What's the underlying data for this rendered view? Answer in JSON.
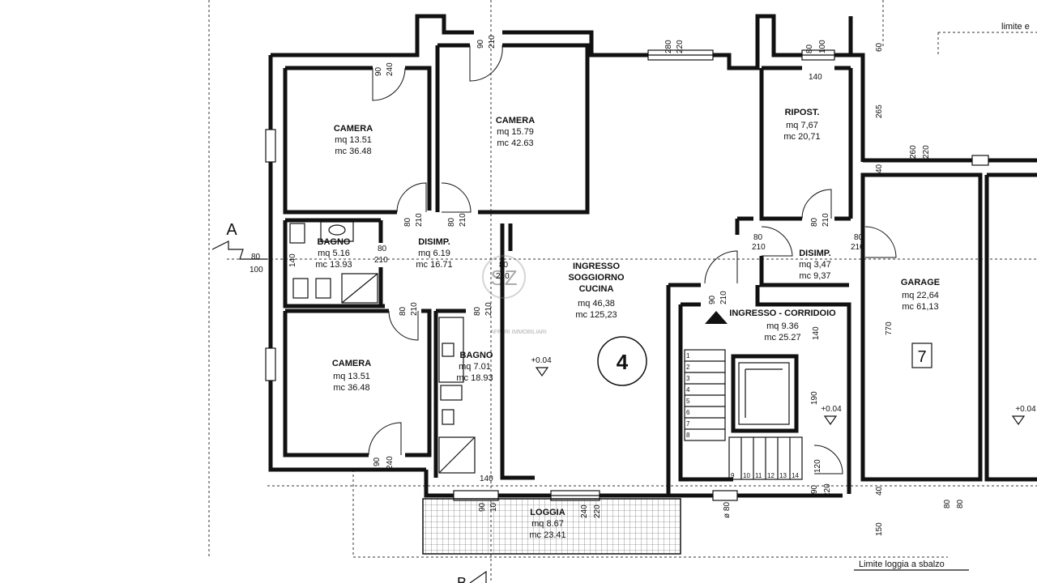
{
  "rooms": {
    "camera_top_left": {
      "name": "CAMERA",
      "mq": "mq 13.51",
      "mc": "mc 36.48"
    },
    "camera_top_mid": {
      "name": "CAMERA",
      "mq": "mq 15.79",
      "mc": "mc 42.63"
    },
    "ripost": {
      "name": "RIPOST.",
      "mq": "mq 7,67",
      "mc": "mc 20,71"
    },
    "bagno_left": {
      "name": "BAGNO",
      "mq": "mq 5.16",
      "mc": "mc 13.93"
    },
    "disimp_left": {
      "name": "DISIMP.",
      "mq": "mq 6.19",
      "mc": "mc 16.71"
    },
    "ingresso_soggiorno": {
      "line1": "INGRESSO",
      "line2": "SOGGIORNO",
      "line3": "CUCINA",
      "mq": "mq 46,38",
      "mc": "mc 125,23"
    },
    "disimp_right": {
      "name": "DISIMP.",
      "mq": "mq 3,47",
      "mc": "mc 9,37"
    },
    "garage": {
      "name": "GARAGE",
      "mq": "mq 22,64",
      "mc": "mc 61,13"
    },
    "ingresso_corridoio": {
      "name": "INGRESSO - CORRIDOIO",
      "mq": "mq 9.36",
      "mc": "mc 25.27"
    },
    "bagno_mid": {
      "name": "BAGNO",
      "mq": "mq 7.01",
      "mc": "mc 18.93"
    },
    "camera_bottom_left": {
      "name": "CAMERA",
      "mq": "mq 13.51",
      "mc": "mc 36.48"
    },
    "loggia": {
      "name": "LOGGIA",
      "mq": "mq 8.67",
      "mc": "mc 23.41"
    }
  },
  "unit_numbers": {
    "main": "4",
    "garage": "7"
  },
  "section_markers": {
    "a": "A",
    "b": "B"
  },
  "elevations": {
    "main": "+0.04",
    "stair": "+0.04",
    "right": "+0.04"
  },
  "limits": {
    "top_right": "limite e",
    "bottom": "Limite loggia a sbalzo"
  },
  "watermark": {
    "text": "AFFARI IMMOBILIARI",
    "logo": "SZ"
  },
  "dims": {
    "d90_1": "90",
    "d240_1": "240",
    "d90_2": "90",
    "d210_2": "210",
    "d280": "280",
    "d220_1": "220",
    "d80_ripo": "80",
    "d100_ripo": "100",
    "d60": "60",
    "d265": "265",
    "d140_ripo": "140",
    "d260": "260",
    "d220_2": "220",
    "d40_1": "40",
    "d80_a": "80",
    "d210_a": "210",
    "d80_b": "80",
    "d210_b": "210",
    "d80_c": "80",
    "d210_c": "210",
    "d80_d": "80",
    "d210_d": "210",
    "d80_e": "80",
    "d210_e": "210",
    "d80_f": "80",
    "d210_f": "210",
    "d80_g": "80",
    "d100_g": "100",
    "d140_g": "140",
    "d80_h": "80",
    "d210_h": "210",
    "d80_i": "80",
    "d210_i": "210",
    "d90_j": "90",
    "d210_j": "210",
    "d140_k": "140",
    "d190_k": "190",
    "d770": "770",
    "d120": "120",
    "d90_l": "90",
    "d220_l": "220",
    "d90_m": "90",
    "d240_m": "240",
    "d140_n": "140",
    "d90_o": "90",
    "d10_o": "10",
    "d240_p": "240",
    "d220_p": "220",
    "d80_phi": "ø 80",
    "d40_q": "40",
    "d80_r": "80",
    "d80_s": "80",
    "d150": "150"
  },
  "stairs": {
    "left": [
      "1",
      "2",
      "3",
      "4",
      "5",
      "6",
      "7",
      "8"
    ],
    "bottom": [
      "9",
      "10",
      "11",
      "12",
      "13",
      "14"
    ]
  }
}
